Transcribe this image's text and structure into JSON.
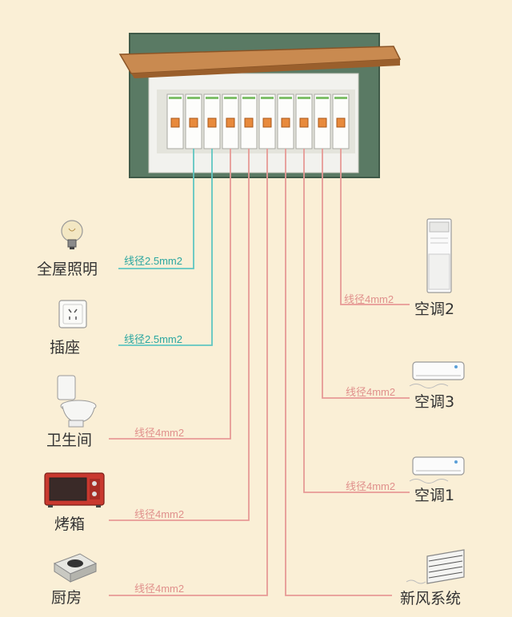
{
  "colors": {
    "background": "#faefd6",
    "teal_wire": "#5fc6c2",
    "pink_wire": "#e79a96",
    "panel_frame": "#5a7a64",
    "panel_lid": "#b8743f",
    "breaker_handle": "#e88a3c"
  },
  "breakers": {
    "count": 10
  },
  "left_circuits": [
    {
      "name": "全屋照明",
      "wire_label": "线径2.5mm2",
      "icon": "light-bulb-icon",
      "wire_color": "teal"
    },
    {
      "name": "插座",
      "wire_label": "线径2.5mm2",
      "icon": "wall-socket-icon",
      "wire_color": "teal"
    },
    {
      "name": "卫生间",
      "wire_label": "线径4mm2",
      "icon": "toilet-icon",
      "wire_color": "pink"
    },
    {
      "name": "烤箱",
      "wire_label": "线径4mm2",
      "icon": "oven-icon",
      "wire_color": "pink"
    },
    {
      "name": "厨房",
      "wire_label": "线径4mm2",
      "icon": "gas-stove-icon",
      "wire_color": "pink"
    }
  ],
  "right_circuits": [
    {
      "name": "空调2",
      "wire_label": "线径4mm2",
      "icon": "floor-ac-icon",
      "wire_color": "pink"
    },
    {
      "name": "空调3",
      "wire_label": "线径4mm2",
      "icon": "wall-ac-icon",
      "wire_color": "pink"
    },
    {
      "name": "空调1",
      "wire_label": "线径4mm2",
      "icon": "wall-ac-icon",
      "wire_color": "pink"
    },
    {
      "name": "新风系统",
      "wire_label": "",
      "icon": "fresh-air-vent-icon",
      "wire_color": "pink"
    }
  ]
}
